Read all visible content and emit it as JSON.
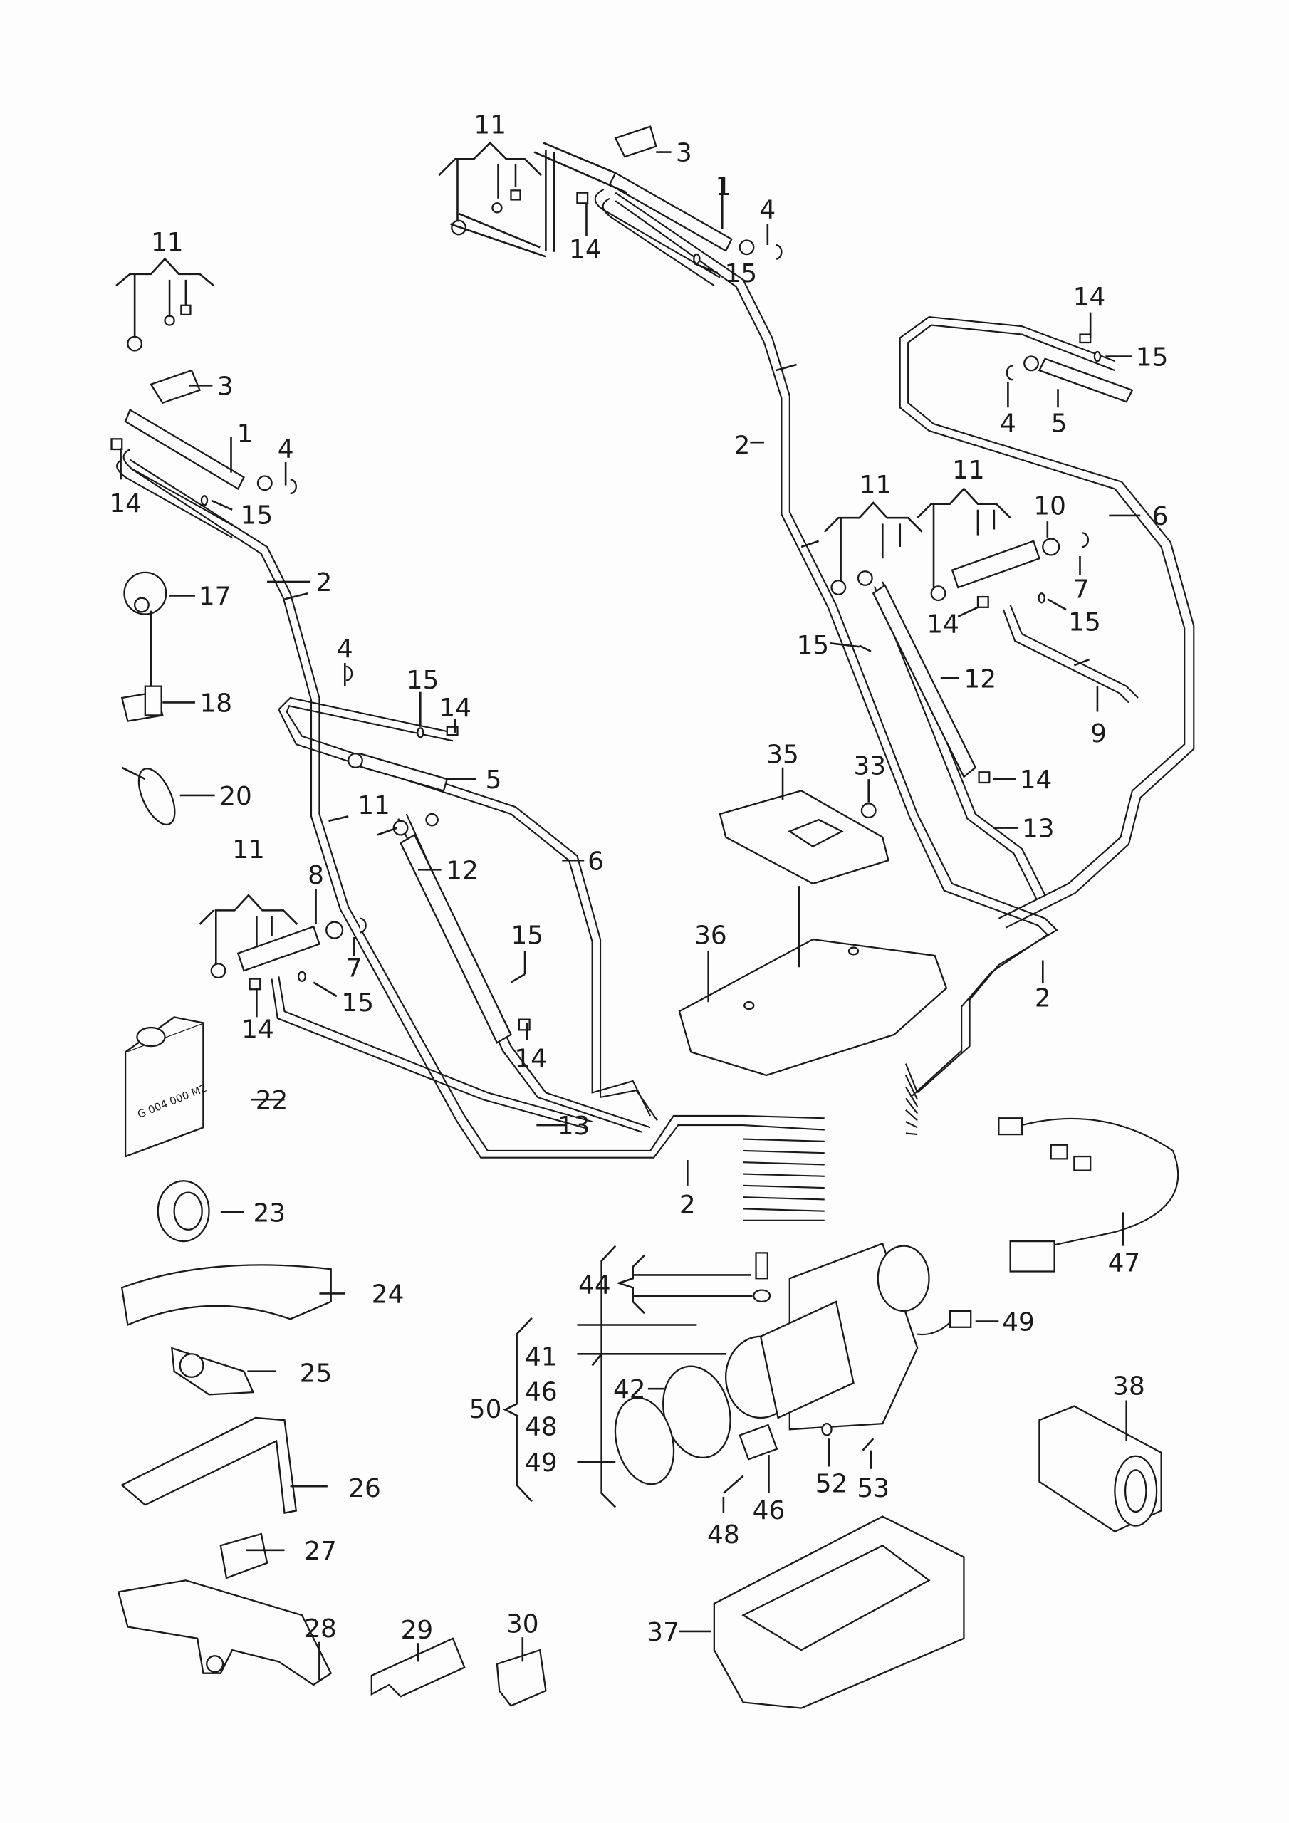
{
  "diagram": {
    "title": "Hydraulic lines, cylinders and pump unit – exploded parts diagram",
    "callouts": [
      {
        "id": "c11a",
        "text": "11"
      },
      {
        "id": "c3a",
        "text": "3"
      },
      {
        "id": "c1a",
        "text": "1"
      },
      {
        "id": "c4a",
        "text": "4"
      },
      {
        "id": "c14a",
        "text": "14"
      },
      {
        "id": "c15a",
        "text": "15"
      },
      {
        "id": "c11b",
        "text": "11"
      },
      {
        "id": "c3b",
        "text": "3"
      },
      {
        "id": "c1b",
        "text": "1"
      },
      {
        "id": "c4b",
        "text": "4"
      },
      {
        "id": "c14b",
        "text": "14"
      },
      {
        "id": "c15b",
        "text": "15"
      },
      {
        "id": "c2a",
        "text": "2"
      },
      {
        "id": "c2b",
        "text": "2"
      },
      {
        "id": "c14c",
        "text": "14"
      },
      {
        "id": "c15c",
        "text": "15"
      },
      {
        "id": "c4c",
        "text": "4"
      },
      {
        "id": "c5a",
        "text": "5"
      },
      {
        "id": "c6a",
        "text": "6"
      },
      {
        "id": "c11c",
        "text": "11"
      },
      {
        "id": "c11d",
        "text": "11"
      },
      {
        "id": "c10",
        "text": "10"
      },
      {
        "id": "c7a",
        "text": "7"
      },
      {
        "id": "c14d",
        "text": "14"
      },
      {
        "id": "c15d",
        "text": "15"
      },
      {
        "id": "c15e",
        "text": "15"
      },
      {
        "id": "c12a",
        "text": "12"
      },
      {
        "id": "c9",
        "text": "9"
      },
      {
        "id": "c14e",
        "text": "14"
      },
      {
        "id": "c13a",
        "text": "13"
      },
      {
        "id": "c17",
        "text": "17"
      },
      {
        "id": "c18",
        "text": "18"
      },
      {
        "id": "c20",
        "text": "20"
      },
      {
        "id": "c4d",
        "text": "4"
      },
      {
        "id": "c15f",
        "text": "15"
      },
      {
        "id": "c14f",
        "text": "14"
      },
      {
        "id": "c5b",
        "text": "5"
      },
      {
        "id": "c11e",
        "text": "11"
      },
      {
        "id": "c12b",
        "text": "12"
      },
      {
        "id": "c6b",
        "text": "6"
      },
      {
        "id": "c11f",
        "text": "11"
      },
      {
        "id": "c8",
        "text": "8"
      },
      {
        "id": "c7b",
        "text": "7"
      },
      {
        "id": "c15g",
        "text": "15"
      },
      {
        "id": "c14g",
        "text": "14"
      },
      {
        "id": "c15h",
        "text": "15"
      },
      {
        "id": "c14h",
        "text": "14"
      },
      {
        "id": "c35",
        "text": "35"
      },
      {
        "id": "c33",
        "text": "33"
      },
      {
        "id": "c36",
        "text": "36"
      },
      {
        "id": "c2c",
        "text": "2"
      },
      {
        "id": "c22",
        "text": "22"
      },
      {
        "id": "c13b",
        "text": "13"
      },
      {
        "id": "c2d",
        "text": "2"
      },
      {
        "id": "c23",
        "text": "23"
      },
      {
        "id": "c47",
        "text": "47"
      },
      {
        "id": "c24",
        "text": "24"
      },
      {
        "id": "c44",
        "text": "44"
      },
      {
        "id": "c49a",
        "text": "49"
      },
      {
        "id": "c41",
        "text": "41"
      },
      {
        "id": "c46a",
        "text": "46"
      },
      {
        "id": "c42",
        "text": "42"
      },
      {
        "id": "c50",
        "text": "50"
      },
      {
        "id": "c48a",
        "text": "48"
      },
      {
        "id": "c49b",
        "text": "49"
      },
      {
        "id": "c25",
        "text": "25"
      },
      {
        "id": "c38",
        "text": "38"
      },
      {
        "id": "c52",
        "text": "52"
      },
      {
        "id": "c53",
        "text": "53"
      },
      {
        "id": "c46b",
        "text": "46"
      },
      {
        "id": "c48b",
        "text": "48"
      },
      {
        "id": "c26",
        "text": "26"
      },
      {
        "id": "c27",
        "text": "27"
      },
      {
        "id": "c28",
        "text": "28"
      },
      {
        "id": "c29",
        "text": "29"
      },
      {
        "id": "c30",
        "text": "30"
      },
      {
        "id": "c37",
        "text": "37"
      }
    ],
    "fluid_can_label": "G 004 000 M2"
  }
}
